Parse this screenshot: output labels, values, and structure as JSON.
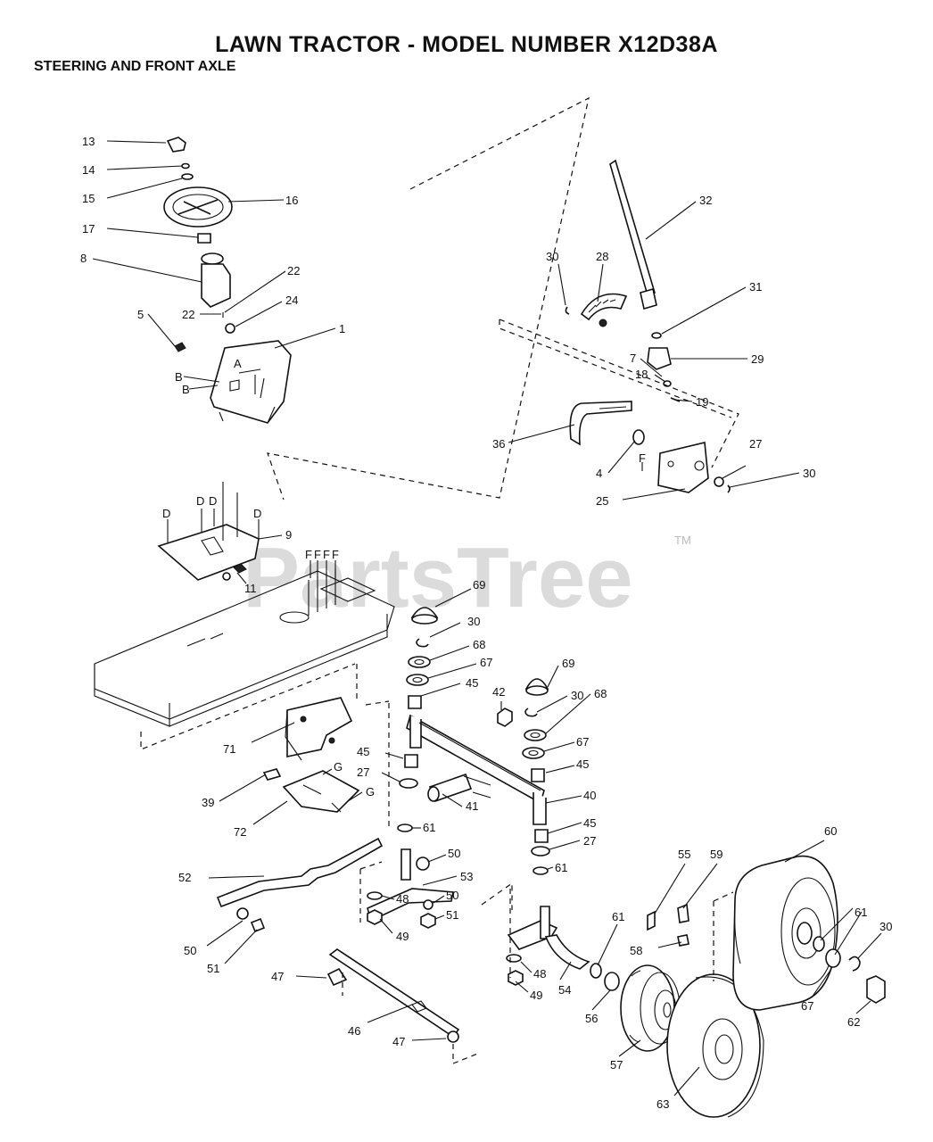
{
  "title": "LAWN TRACTOR - MODEL NUMBER X12D38A",
  "subtitle": "STEERING AND FRONT AXLE",
  "watermark": {
    "text": "PartsTree",
    "tm": "TM"
  },
  "callouts": {
    "c13": "13",
    "c14": "14",
    "c15": "15",
    "c16": "16",
    "c17": "17",
    "c8": "8",
    "c22a": "22",
    "c22b": "22",
    "c24": "24",
    "c5": "5",
    "c1": "1",
    "cA": "A",
    "cB1": "B",
    "cB2": "B",
    "c32": "32",
    "c30a": "30",
    "c28": "28",
    "c31": "31",
    "c7": "7",
    "c29": "29",
    "c18": "18",
    "c19": "19",
    "c36": "36",
    "c4": "4",
    "cF1": "F",
    "c27a": "27",
    "c30b": "30",
    "c25": "25",
    "cD1": "D",
    "cD2": "D",
    "cD3": "D",
    "cD4": "D",
    "c9": "9",
    "c11": "11",
    "cF2": "F",
    "cF3": "F",
    "cF4": "F",
    "cF5": "F",
    "c69a": "69",
    "c30c": "30",
    "c68a": "68",
    "c67a": "67",
    "c45a": "45",
    "c69b": "69",
    "c42": "42",
    "c30d": "30",
    "c68b": "68",
    "c67b": "67",
    "c45b": "45",
    "c45c": "45",
    "c71": "71",
    "c27b": "27",
    "cG1": "G",
    "cG2": "G",
    "c39": "39",
    "c40": "40",
    "c41": "41",
    "c72": "72",
    "c45d": "45",
    "c27c": "27",
    "c61a": "61",
    "c61b": "61",
    "c60": "60",
    "c50a": "50",
    "c52": "52",
    "c53": "53",
    "c48a": "48",
    "c50b": "50",
    "c51a": "51",
    "c49a": "49",
    "c55": "55",
    "c59": "59",
    "c61c": "61",
    "c61d": "61",
    "c30e": "30",
    "c50c": "50",
    "c51b": "51",
    "c58": "58",
    "c47a": "47",
    "c48b": "48",
    "c54": "54",
    "c56": "56",
    "c49b": "49",
    "c67c": "67",
    "c62": "62",
    "c46": "46",
    "c47b": "47",
    "c57": "57",
    "c63": "63"
  }
}
